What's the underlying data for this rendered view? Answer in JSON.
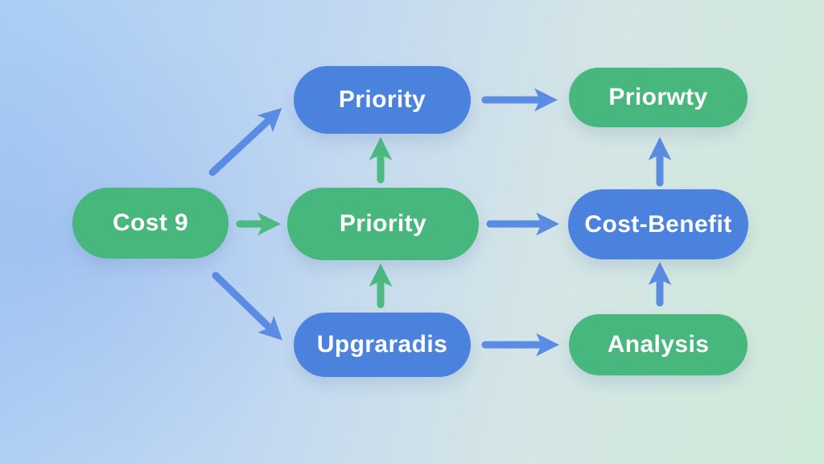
{
  "diagram": {
    "type": "flowchart",
    "nodes": [
      {
        "id": "cost9",
        "label": "Cost 9",
        "color": "green",
        "column": "left",
        "row": "middle"
      },
      {
        "id": "priority-top",
        "label": "Priority",
        "color": "blue",
        "column": "middle",
        "row": "top"
      },
      {
        "id": "priority-mid",
        "label": "Priority",
        "color": "green",
        "column": "middle",
        "row": "middle"
      },
      {
        "id": "upgraradis",
        "label": "Upgraradis",
        "color": "blue",
        "column": "middle",
        "row": "bottom"
      },
      {
        "id": "priorwty",
        "label": "Priorwty",
        "color": "green",
        "column": "right",
        "row": "top"
      },
      {
        "id": "cost-benefit",
        "label": "Cost-Benefit",
        "color": "blue",
        "column": "right",
        "row": "middle"
      },
      {
        "id": "analysis",
        "label": "Analysis",
        "color": "green",
        "column": "right",
        "row": "bottom"
      }
    ],
    "edges": [
      {
        "from": "cost9",
        "to": "priority-top",
        "color": "blue"
      },
      {
        "from": "cost9",
        "to": "priority-mid",
        "color": "green"
      },
      {
        "from": "cost9",
        "to": "upgraradis",
        "color": "blue"
      },
      {
        "from": "priority-mid",
        "to": "priority-top",
        "color": "green"
      },
      {
        "from": "upgraradis",
        "to": "priority-mid",
        "color": "green"
      },
      {
        "from": "priority-top",
        "to": "priorwty",
        "color": "blue"
      },
      {
        "from": "priority-mid",
        "to": "cost-benefit",
        "color": "blue"
      },
      {
        "from": "upgraradis",
        "to": "analysis",
        "color": "blue"
      },
      {
        "from": "cost-benefit",
        "to": "priorwty",
        "color": "blue"
      },
      {
        "from": "analysis",
        "to": "cost-benefit",
        "color": "blue"
      }
    ],
    "colors": {
      "node_green": "#47b77d",
      "node_blue": "#4a82de",
      "arrow_green": "#4cba81",
      "arrow_blue": "#5a8ce4",
      "text": "#ffffff",
      "bg_blue": "#a9cef4",
      "bg_green": "#cfead7"
    }
  }
}
